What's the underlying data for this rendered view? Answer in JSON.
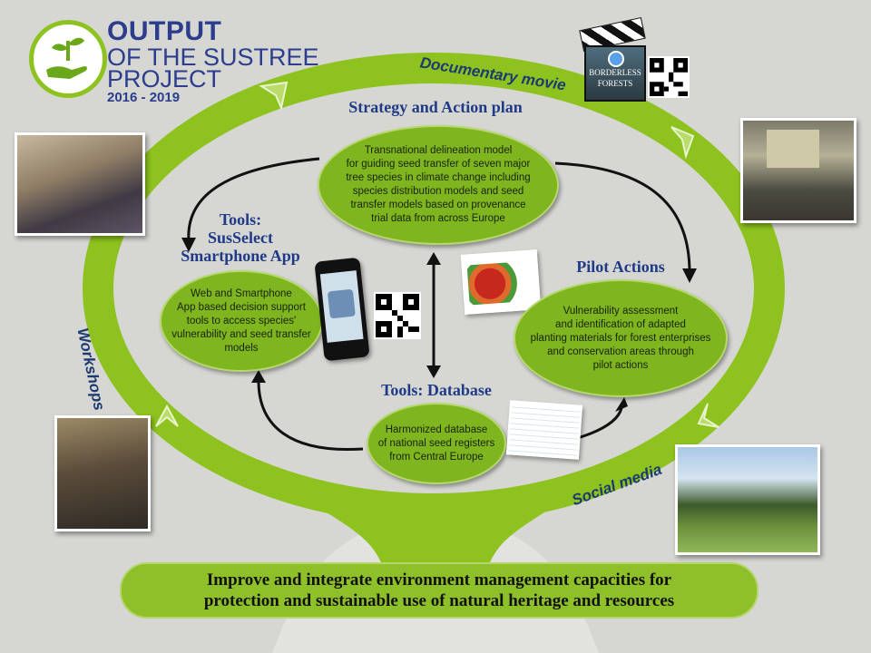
{
  "logo": {
    "title_line1": "OUTPUT",
    "title_line2": "OF THE SUSTREE",
    "title_line3": "PROJECT",
    "years": "2016 - 2019",
    "icon": "hand-sprout-icon"
  },
  "ring_labels": {
    "documentary": "Documentary movie",
    "workshops": "Workshops",
    "social": "Social media"
  },
  "sections": {
    "strategy": {
      "title": "Strategy and Action plan",
      "text": [
        "Transnational delineation model",
        "for guiding seed transfer of seven major",
        "tree species in climate change including",
        "species distribution models and seed",
        "transfer models based on provenance",
        "trial data from across Europe"
      ]
    },
    "tools_app": {
      "title_line1": "Tools:",
      "title_line2": "SusSelect",
      "title_line3": "Smartphone App",
      "text": [
        "Web and Smartphone",
        "App based decision support",
        "tools to access species'",
        "vulnerability and seed transfer",
        "models"
      ]
    },
    "pilot": {
      "title": "Pilot Actions",
      "text": [
        "Vulnerability assessment",
        "and identification of adapted",
        "planting materials for forest enterprises",
        "and conservation areas through",
        "pilot actions"
      ]
    },
    "database": {
      "title": "Tools: Database",
      "text": [
        "Harmonized database",
        "of national seed registers",
        "from Central Europe"
      ]
    }
  },
  "movie": {
    "poster_line1": "BORDERLESS",
    "poster_line2": "FORESTS",
    "icon": "clapperboard-icon"
  },
  "bottom": {
    "line1": "Improve and integrate environment management capacities for",
    "line2": "protection and sustainable use of natural heritage and resources"
  },
  "colors": {
    "ring": "#8dc21f",
    "bubble": "#7fb51f",
    "heading": "#1f3a86",
    "background": "#d6d6d3"
  }
}
